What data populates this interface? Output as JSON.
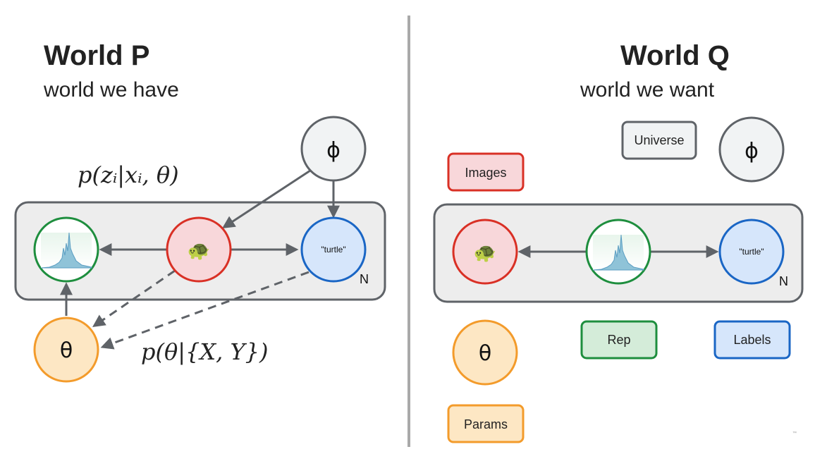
{
  "left": {
    "title": "World P",
    "subtitle": "world we have",
    "phi": "ϕ",
    "theta": "θ",
    "label_text": "\"turtle\"",
    "plate_n": "N",
    "formula_top": "p(zᵢ|xᵢ, θ)",
    "formula_bottom": "p(θ|{X, Y})",
    "turtle": "🐢"
  },
  "right": {
    "title": "World Q",
    "subtitle": "world we want",
    "phi": "ϕ",
    "theta": "θ",
    "label_text": "\"turtle\"",
    "plate_n": "N",
    "turtle": "🐢",
    "legend": {
      "universe": "Universe",
      "images": "Images",
      "rep": "Rep",
      "labels": "Labels",
      "params": "Params"
    }
  },
  "watermark": "™",
  "colors": {
    "green": "#1e8e3e",
    "red": "#d93025",
    "blue": "#1a66c5",
    "orange": "#f39b2b",
    "grey": "#5f6368",
    "plate_fill": "#ededed"
  }
}
